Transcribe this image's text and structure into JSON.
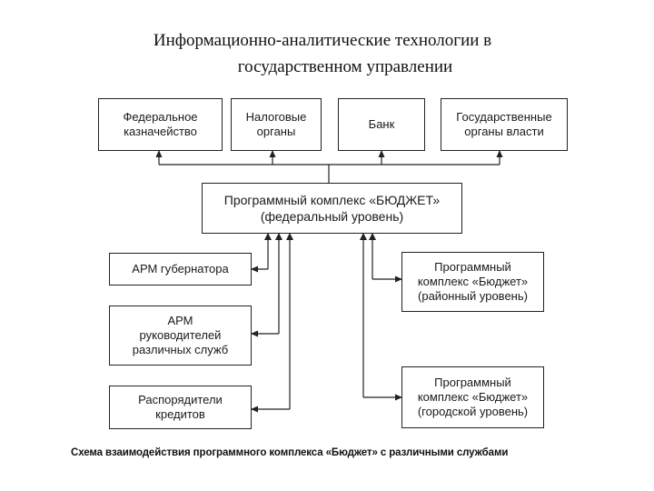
{
  "title": {
    "line1": "Информационно-аналитические технологии в",
    "line2": "государственном управлении"
  },
  "top_boxes": [
    "Федеральное\nказначейство",
    "Налоговые\nорганы",
    "Банк",
    "Государственные\nорганы власти"
  ],
  "center_box": "Программный комплекс «БЮДЖЕТ»\n(федеральный уровень)",
  "left_boxes": [
    "АРМ губернатора",
    "АРМ\nруководителей\nразличных служб",
    "Распорядители\nкредитов"
  ],
  "right_boxes": [
    "Программный\nкомплекс «Бюджет»\n(районный уровень)",
    "Программный\nкомплекс «Бюджет»\n(городской уровень)"
  ],
  "caption": "Схема взаимодействия программного комплекса «Бюджет» с различными службами"
}
